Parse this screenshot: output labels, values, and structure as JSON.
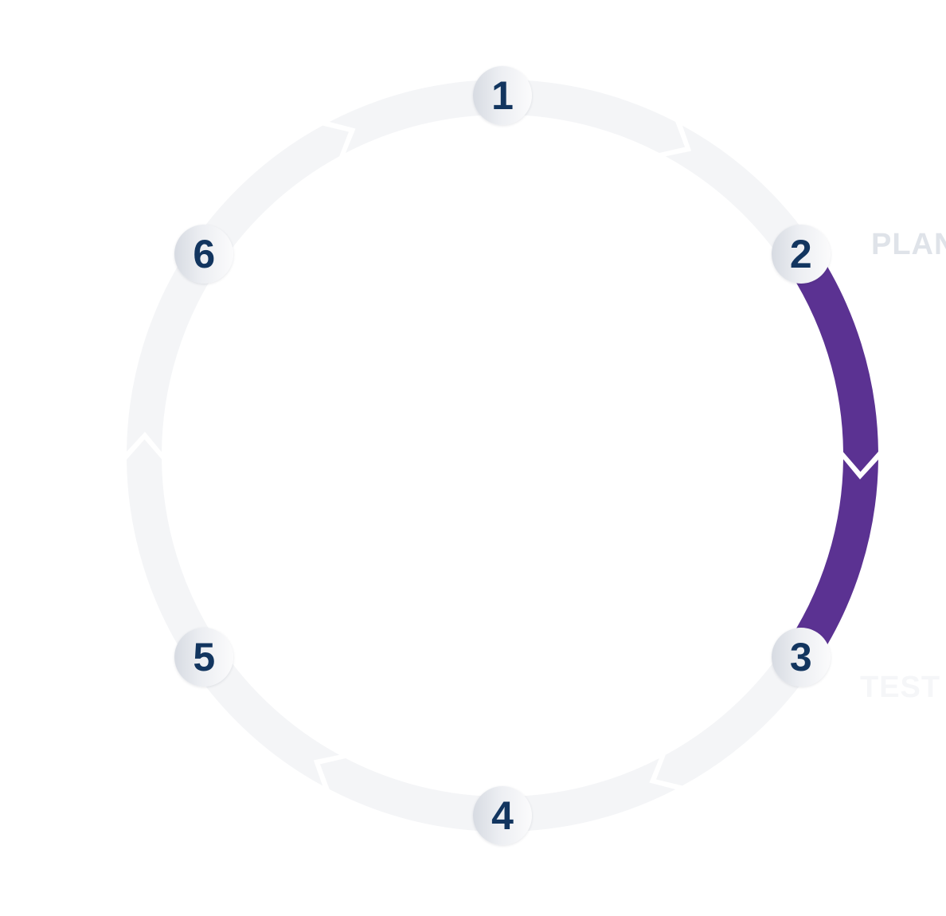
{
  "diagram": {
    "type": "cycle",
    "steps": [
      {
        "number": "1",
        "active": false
      },
      {
        "number": "2",
        "active": false
      },
      {
        "number": "3",
        "active": false
      },
      {
        "number": "4",
        "active": false
      },
      {
        "number": "5",
        "active": false
      },
      {
        "number": "6",
        "active": false
      }
    ],
    "highlighted_segment": {
      "from_step": "2",
      "to_step": "3"
    },
    "labels": {
      "plan": "PLAN",
      "test": "TEST"
    },
    "colors": {
      "ring": "#f4f5f7",
      "highlight": "#5b3292",
      "badge_text": "#12355f",
      "plan_label": "#dfe3e9",
      "test_label": "#f5f6f8"
    }
  }
}
